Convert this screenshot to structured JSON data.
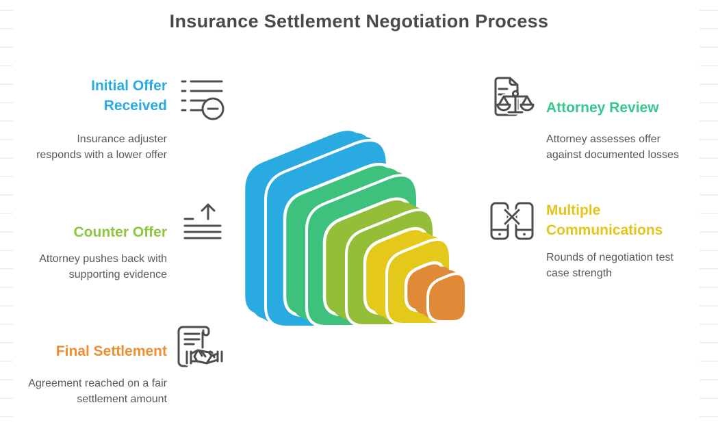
{
  "title": "Insurance Settlement Negotiation Process",
  "steps": [
    {
      "title": "Initial Offer Received",
      "description": "Insurance adjuster responds with a lower offer",
      "accent_color": "#29ABE2",
      "icon": "list-minus-icon",
      "side": "left"
    },
    {
      "title": "Attorney Review",
      "description": "Attorney assesses offer against documented losses",
      "accent_color": "#36C78C",
      "icon": "document-scales-icon",
      "side": "right"
    },
    {
      "title": "Counter Offer",
      "description": "Attorney pushes back with supporting evidence",
      "accent_color": "#8CC63F",
      "icon": "upload-arrow-lines-icon",
      "side": "left"
    },
    {
      "title": "Multiple Communications",
      "description": "Rounds of negotiation test case strength",
      "accent_color": "#E4C41A",
      "icon": "phones-x-icon",
      "side": "right"
    },
    {
      "title": "Final Settlement",
      "description": "Agreement reached on a fair settlement amount",
      "accent_color": "#EF8E2F",
      "icon": "scroll-handshake-icon",
      "side": "left"
    }
  ],
  "graphic": {
    "type": "stacked-3d-rounded-squares",
    "layer_colors": [
      "#29ABE2",
      "#3EC17D",
      "#94BE37",
      "#E4C91A",
      "#E08A38"
    ]
  },
  "colors": {
    "title_text": "#4A4A4A",
    "body_text": "#58595B",
    "icon_stroke": "#4D4D4D",
    "background": "#FFFFFF",
    "separator_white": "#FFFFFF"
  }
}
